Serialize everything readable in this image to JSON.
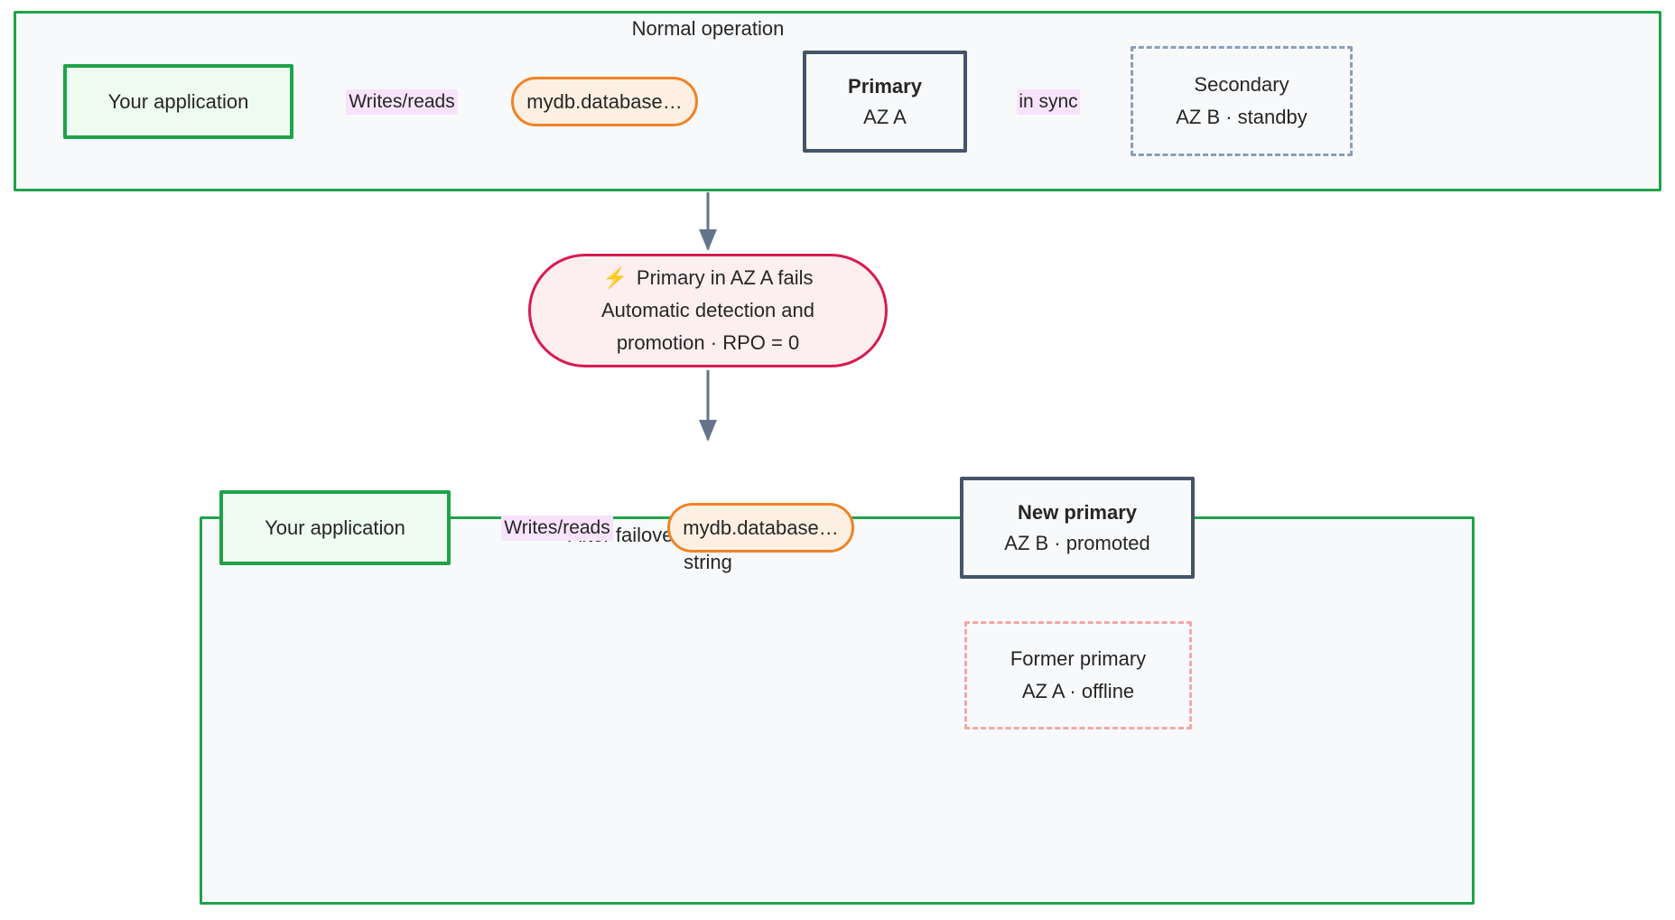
{
  "diagram": {
    "title_top": "Normal operation",
    "title_bottom": "After failover · same connection string",
    "colors": {
      "subgraph_border": "#1fa34a",
      "subgraph_bg": "#f7f9fb",
      "app_border": "#1fa34a",
      "app_bg": "#eefbf1",
      "endpoint_border": "#f08227",
      "endpoint_bg": "#fdf0e2",
      "primary_border": "#455468",
      "secondary_border": "#8c9dbb",
      "former_border": "#f3a7a7",
      "event_border": "#d81b50",
      "event_bg": "#fdeef0",
      "edge_line": "#64748b",
      "edge_label_bg": "#f7e3fb",
      "text": "#262626"
    }
  },
  "top_section": {
    "label": "Normal operation",
    "app": {
      "text": "Your application"
    },
    "endpoint": {
      "text": "mydb.database…"
    },
    "primary": {
      "line1": "Primary",
      "line2": "AZ A"
    },
    "secondary": {
      "line1": "Secondary",
      "line2": "AZ B · standby"
    },
    "edges": [
      {
        "from": "app",
        "to": "endpoint",
        "label": "Writes/reads",
        "style": "solid-arrow"
      },
      {
        "from": "endpoint",
        "to": "primary",
        "label": "",
        "style": "solid-arrow"
      },
      {
        "from": "primary",
        "to": "secondary",
        "label": "in sync",
        "style": "dotted"
      }
    ]
  },
  "event": {
    "icon": "⚡",
    "line1": "Primary in AZ A fails",
    "line2": "Automatic detection and",
    "line3": "promotion · RPO = 0"
  },
  "bottom_section": {
    "label_line1": "After failover · same connection",
    "label_line2": "string",
    "app": {
      "text": "Your application"
    },
    "endpoint": {
      "text": "mydb.database…"
    },
    "new_primary": {
      "line1": "New primary",
      "line2": "AZ B · promoted"
    },
    "former_primary": {
      "line1": "Former primary",
      "line2": "AZ A · offline"
    },
    "edges": [
      {
        "from": "app",
        "to": "endpoint",
        "label": "Writes/reads",
        "style": "solid-arrow"
      },
      {
        "from": "endpoint",
        "to": "new_primary",
        "label": "",
        "style": "solid-arrow"
      }
    ]
  }
}
